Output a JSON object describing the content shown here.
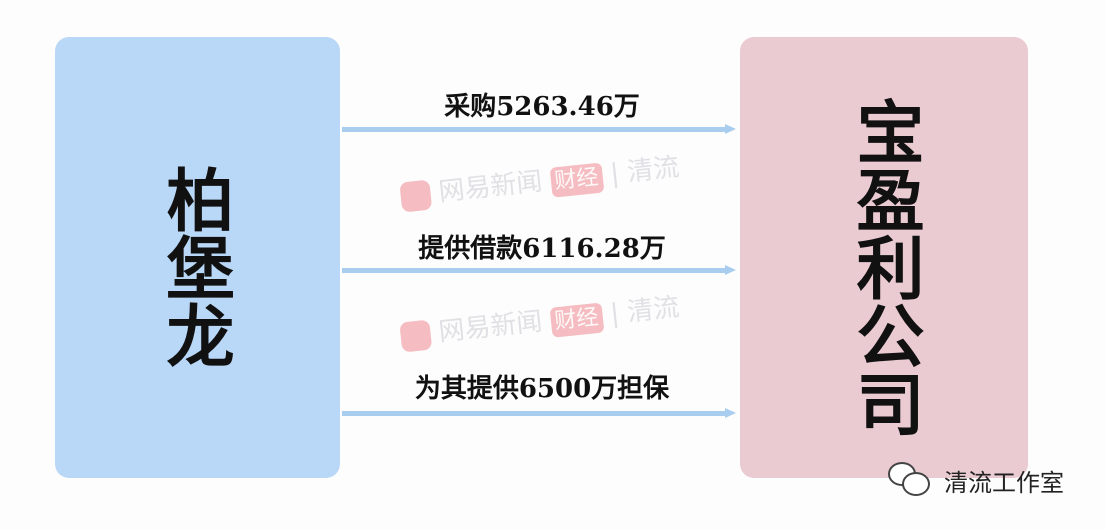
{
  "left_entity": {
    "name": "柏堡龙",
    "color": "#b9d7f6"
  },
  "right_entity": {
    "name": "宝盈利公司",
    "color": "#eacbd2"
  },
  "relations": [
    {
      "label": "采购5263.46万",
      "direction": "left-to-right"
    },
    {
      "label": "提供借款6116.28万",
      "direction": "left-to-right"
    },
    {
      "label": "为其提供6500万担保",
      "direction": "left-to-right"
    }
  ],
  "arrow_color": "#a9cdef",
  "watermark": {
    "brand": "网易新闻",
    "badge": "财经",
    "column": "清流"
  },
  "footer": {
    "icon": "wechat-icon",
    "text": "清流工作室"
  }
}
